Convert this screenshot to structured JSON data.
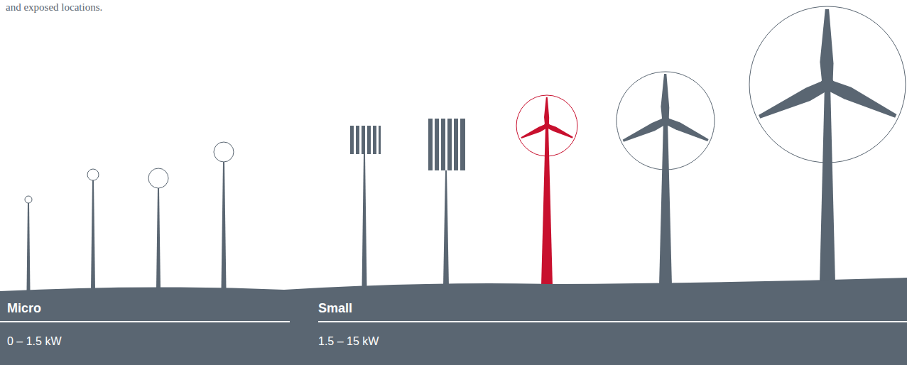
{
  "diagram": {
    "labels": [
      "and exposed locations.",
      "Micro",
      "0 – 1.5 kW",
      "Small",
      "1.5 – 15 kW"
    ]
  }
}
